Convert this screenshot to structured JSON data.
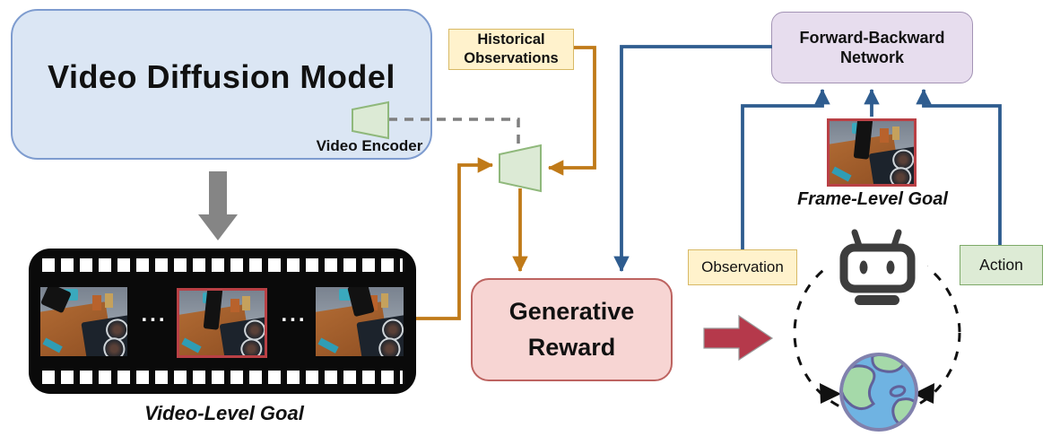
{
  "diagram": {
    "video_diffusion_model": {
      "label": "Video Diffusion Model"
    },
    "video_encoder": {
      "label": "Video Encoder"
    },
    "historical_observations": {
      "line1": "Historical",
      "line2": "Observations"
    },
    "forward_backward_network": {
      "line1": "Forward-Backward",
      "line2": "Network"
    },
    "generative_reward": {
      "line1": "Generative",
      "line2": "Reward"
    },
    "film_strip": {
      "caption": "Video-Level Goal",
      "ellipsis": "..."
    },
    "frame_goal": {
      "caption": "Frame-Level Goal"
    },
    "observation": {
      "label": "Observation"
    },
    "action": {
      "label": "Action"
    }
  },
  "icons": {
    "video_encoder_icon": "green-trapezoid-funnel",
    "encoder_icon": "green-trapezoid-funnel",
    "robot_icon": "robot-head-with-antennae",
    "earth_icon": "hand-drawn-globe",
    "film_strip_icon": "black-film-reel-strip",
    "frame_photo": "robot-arm-over-kitchen-table-photo"
  },
  "colors": {
    "vdm_fill": "#dbe6f4",
    "vdm_border": "#7e9ccf",
    "yellow_fill": "#fff2cc",
    "yellow_border": "#d8b965",
    "green_fill": "#dcead5",
    "green_border": "#7da968",
    "purple_fill": "#e7ddee",
    "purple_border": "#a393b5",
    "pink_fill": "#f7d5d3",
    "pink_border": "#bd6360",
    "orange_arrow": "#c07a18",
    "blue_arrow": "#2e5c8f",
    "red_arrow": "#b5394b",
    "gray_arrow": "#858585",
    "frame_highlight_border": "#b94045"
  }
}
